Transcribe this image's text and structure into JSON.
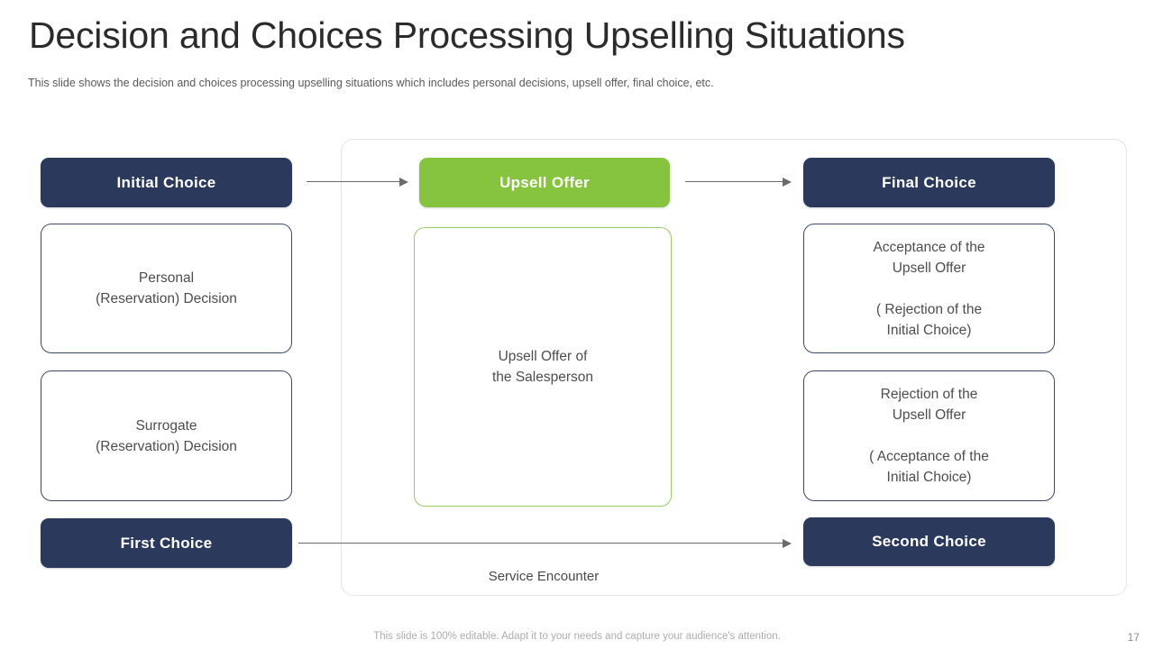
{
  "header": {
    "title": "Decision and Choices Processing Upselling Situations",
    "subtitle": "This slide shows the decision and choices processing upselling situations which includes personal decisions, upsell offer, final choice, etc."
  },
  "colors": {
    "navy": "#2b3a5c",
    "green": "#86c440",
    "green_border": "#9ccb63",
    "card_border": "#3d4a66",
    "panel_border": "#e6e6e8",
    "arrow": "#6b6b6b",
    "title_text": "#2b2b2b",
    "body_text": "#4d4d4d",
    "footer_text": "#adadad"
  },
  "diagram": {
    "panel_label": "Service Encounter",
    "columns": {
      "left": {
        "top_pill": "Initial Choice",
        "cards": [
          "Personal\n(Reservation) Decision",
          "Surrogate\n(Reservation) Decision"
        ],
        "bottom_pill": "First Choice"
      },
      "center": {
        "top_pill": "Upsell Offer",
        "card": "Upsell Offer of\nthe Salesperson"
      },
      "right": {
        "top_pill": "Final Choice",
        "cards": [
          "Acceptance of the\nUpsell Offer\n\n( Rejection of the\nInitial Choice)",
          "Rejection of the\nUpsell Offer\n\n( Acceptance of the\nInitial Choice)"
        ],
        "bottom_pill": "Second Choice"
      }
    },
    "arrows": [
      {
        "name": "initial-to-upsell",
        "from": "Initial Choice",
        "to": "Upsell Offer"
      },
      {
        "name": "upsell-to-final",
        "from": "Upsell Offer",
        "to": "Final Choice"
      },
      {
        "name": "first-to-second",
        "from": "First Choice",
        "to": "Second Choice"
      }
    ]
  },
  "footer": {
    "note": "This slide is 100% editable. Adapt it to your needs and capture your audience's attention.",
    "page_number": "17"
  }
}
